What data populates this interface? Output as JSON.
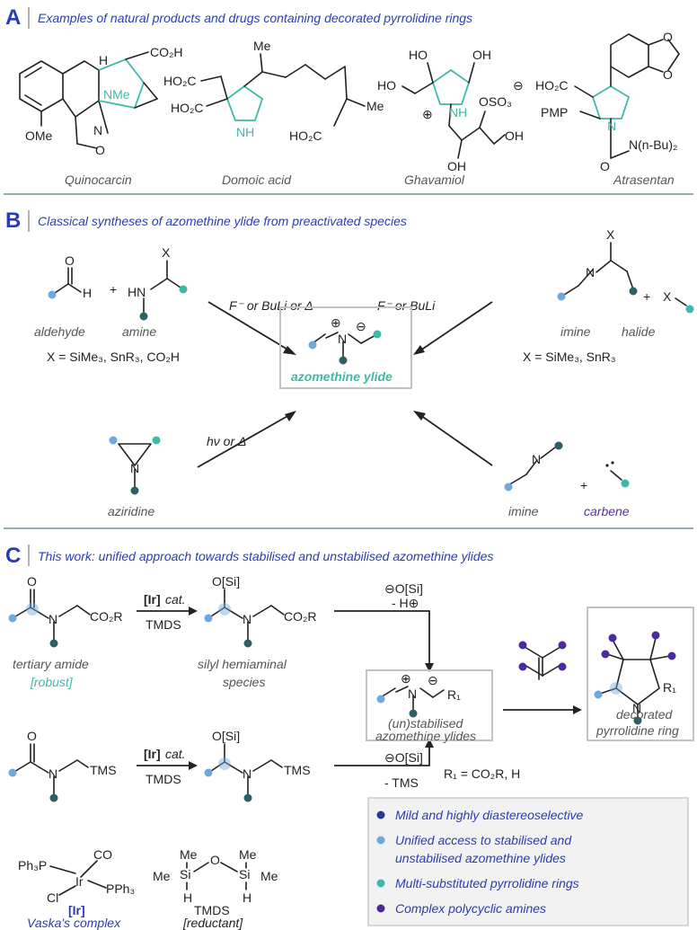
{
  "sectionA": {
    "letter": "A",
    "header": "Examples of natural products and drugs containing decorated pyrrolidine rings",
    "compounds": {
      "quinocarcin": "Quinocarcin",
      "domoic": "Domoic acid",
      "ghavamiol": "Ghavamiol",
      "atrasentan": "Atrasentan"
    },
    "atoms": {
      "co2h": "CO₂H",
      "ome": "OMe",
      "nme": "NMe",
      "h": "H",
      "n": "N",
      "o": "O",
      "me": "Me",
      "nh": "NH",
      "ho2c": "HO₂C",
      "oh": "OH",
      "ho": "HO",
      "oso3": "OSO₃",
      "pmp": "PMP",
      "nbu": "N(n-Bu)₂",
      "plus": "⊕",
      "minus": "⊖"
    }
  },
  "sectionB": {
    "letter": "B",
    "header": "Classical syntheses of azomethine ylide from preactivated species",
    "aldehyde": "aldehyde",
    "amine": "amine",
    "x_left": "X = SiMe₃, SnR₃, CO₂H",
    "x_right": "X = SiMe₃, SnR₃",
    "cond_left": "F⁻ or BuLi or Δ",
    "cond_right": "F⁻ or BuLi",
    "cond_aziridine": "hν or Δ",
    "imine": "imine",
    "halide": "halide",
    "aziridine": "aziridine",
    "carbene": "carbene",
    "ylide": "azomethine ylide",
    "x": "X",
    "hn": "HN",
    "plus_sign": "+"
  },
  "sectionC": {
    "letter": "C",
    "header": "This work: unified approach towards stabilised and unstabilised azomethine ylides",
    "ir_cat": "[Ir]",
    "cat": "cat.",
    "tmds": "TMDS",
    "co2r": "CO₂R",
    "osi": "O[Si]",
    "tms": "TMS",
    "tertiary": "tertiary amide",
    "robust": "[robust]",
    "silyl1": "silyl hemiaminal",
    "silyl2": "species",
    "minus_osi": "⊖O[Si]",
    "minus_h": "- H⊕",
    "minus_tms": "- TMS",
    "r1": "R₁",
    "r1_def": "R₁ = CO₂R, H",
    "unstab1": "(un)stabilised",
    "unstab2": "azomethine ylides",
    "decorated1": "decorated",
    "decorated2": "pyrrolidine ring",
    "vaska": "Vaska's complex",
    "reductant": "[reductant]",
    "co": "CO",
    "ph3p": "Ph₃P",
    "pph3": "PPh₃",
    "ir": "Ir",
    "cl": "Cl",
    "me": "Me",
    "si": "Si",
    "h": "H",
    "legend": [
      {
        "text": "Mild and highly diastereoselective",
        "color": "#2a3a8c"
      },
      {
        "text": "Unified access to stabilised and",
        "color": "#6fa8dc"
      },
      {
        "text": "unstabilised azomethine ylides",
        "color": ""
      },
      {
        "text": "Multi-substituted pyrrolidine rings",
        "color": "#3fb8aa"
      },
      {
        "text": "Complex polycyclic amines",
        "color": "#4b2a9c"
      }
    ]
  },
  "colors": {
    "header_blue": "#2a3db0",
    "teal": "#3fb8aa",
    "dark_teal": "#2f5f66",
    "light_blue": "#6fa8dc",
    "purple": "#4b2a9c",
    "box_gray": "#bfc5c5"
  }
}
